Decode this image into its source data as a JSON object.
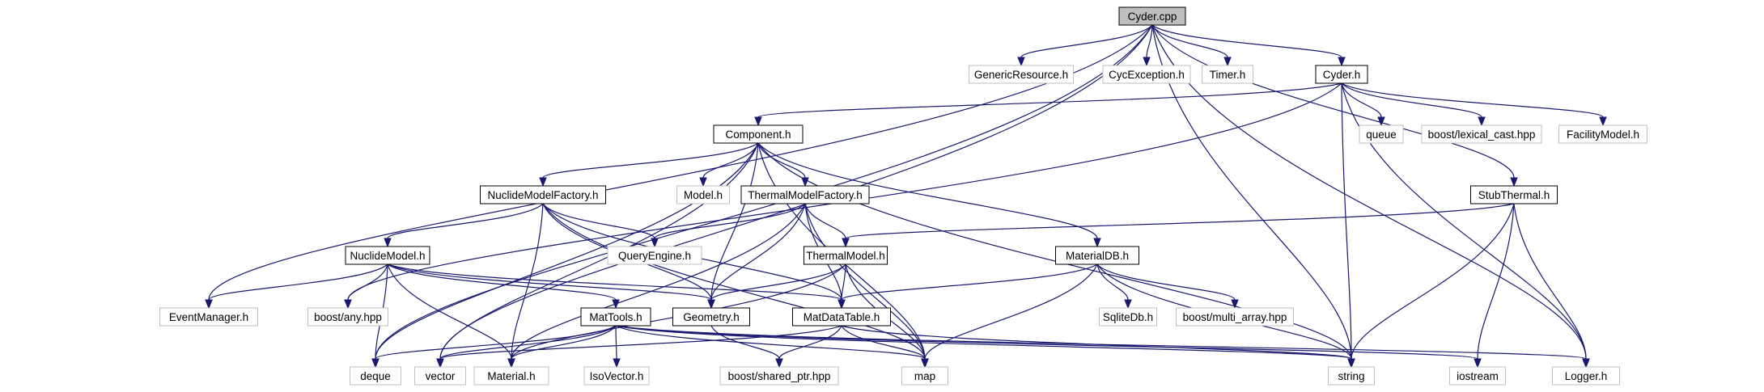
{
  "diagram": {
    "title": "",
    "colors": {
      "edge": "#191970",
      "root_fill": "#bfbfbf",
      "documented_border": "#000000",
      "undocumented_border": "#bfbfbf",
      "node_fill": "#ffffff"
    },
    "nodes": [
      {
        "id": "cyder_cpp",
        "label": "Cyder.cpp",
        "kind": "root"
      },
      {
        "id": "generic_resource",
        "label": "GenericResource.h",
        "kind": "external"
      },
      {
        "id": "cyc_exception",
        "label": "CycException.h",
        "kind": "external"
      },
      {
        "id": "timer",
        "label": "Timer.h",
        "kind": "external"
      },
      {
        "id": "cyder_h",
        "label": "Cyder.h",
        "kind": "documented"
      },
      {
        "id": "queue",
        "label": "queue",
        "kind": "external"
      },
      {
        "id": "boost_lexical_cast",
        "label": "boost/lexical_cast.hpp",
        "kind": "external"
      },
      {
        "id": "facility_model",
        "label": "FacilityModel.h",
        "kind": "external"
      },
      {
        "id": "component",
        "label": "Component.h",
        "kind": "documented"
      },
      {
        "id": "model",
        "label": "Model.h",
        "kind": "external"
      },
      {
        "id": "nuclide_model_factory",
        "label": "NuclideModelFactory.h",
        "kind": "documented"
      },
      {
        "id": "thermal_model_factory",
        "label": "ThermalModelFactory.h",
        "kind": "documented"
      },
      {
        "id": "stub_thermal",
        "label": "StubThermal.h",
        "kind": "documented"
      },
      {
        "id": "query_engine",
        "label": "QueryEngine.h",
        "kind": "external"
      },
      {
        "id": "nuclide_model",
        "label": "NuclideModel.h",
        "kind": "documented"
      },
      {
        "id": "thermal_model",
        "label": "ThermalModel.h",
        "kind": "documented"
      },
      {
        "id": "material_db",
        "label": "MaterialDB.h",
        "kind": "documented"
      },
      {
        "id": "event_manager",
        "label": "EventManager.h",
        "kind": "external"
      },
      {
        "id": "boost_any",
        "label": "boost/any.hpp",
        "kind": "external"
      },
      {
        "id": "geometry",
        "label": "Geometry.h",
        "kind": "documented"
      },
      {
        "id": "mat_data_table",
        "label": "MatDataTable.h",
        "kind": "documented"
      },
      {
        "id": "sqlite_db",
        "label": "SqliteDb.h",
        "kind": "external"
      },
      {
        "id": "boost_multi_array",
        "label": "boost/multi_array.hpp",
        "kind": "external"
      },
      {
        "id": "mat_tools",
        "label": "MatTools.h",
        "kind": "documented"
      },
      {
        "id": "deque",
        "label": "deque",
        "kind": "external"
      },
      {
        "id": "vector",
        "label": "vector",
        "kind": "external"
      },
      {
        "id": "material",
        "label": "Material.h",
        "kind": "external"
      },
      {
        "id": "iso_vector",
        "label": "IsoVector.h",
        "kind": "external"
      },
      {
        "id": "boost_shared_ptr",
        "label": "boost/shared_ptr.hpp",
        "kind": "external"
      },
      {
        "id": "map",
        "label": "map",
        "kind": "external"
      },
      {
        "id": "string",
        "label": "string",
        "kind": "external"
      },
      {
        "id": "iostream",
        "label": "iostream",
        "kind": "external"
      },
      {
        "id": "logger",
        "label": "Logger.h",
        "kind": "external"
      }
    ],
    "edges": [
      [
        "cyder_cpp",
        "generic_resource"
      ],
      [
        "cyder_cpp",
        "cyc_exception"
      ],
      [
        "cyder_cpp",
        "timer"
      ],
      [
        "cyder_cpp",
        "cyder_h"
      ],
      [
        "cyder_cpp",
        "stub_thermal"
      ],
      [
        "cyder_cpp",
        "logger"
      ],
      [
        "cyder_cpp",
        "string"
      ],
      [
        "cyder_cpp",
        "event_manager"
      ],
      [
        "cyder_cpp",
        "vector"
      ],
      [
        "cyder_cpp",
        "deque"
      ],
      [
        "cyder_h",
        "queue"
      ],
      [
        "cyder_h",
        "boost_lexical_cast"
      ],
      [
        "cyder_h",
        "facility_model"
      ],
      [
        "cyder_h",
        "component"
      ],
      [
        "cyder_h",
        "string"
      ],
      [
        "cyder_h",
        "logger"
      ],
      [
        "cyder_h",
        "boost_any"
      ],
      [
        "component",
        "model"
      ],
      [
        "component",
        "nuclide_model_factory"
      ],
      [
        "component",
        "thermal_model_factory"
      ],
      [
        "component",
        "material_db"
      ],
      [
        "component",
        "map"
      ],
      [
        "component",
        "string"
      ],
      [
        "component",
        "geometry"
      ],
      [
        "component",
        "vector"
      ],
      [
        "component",
        "deque"
      ],
      [
        "nuclide_model_factory",
        "nuclide_model"
      ],
      [
        "nuclide_model_factory",
        "query_engine"
      ],
      [
        "nuclide_model_factory",
        "geometry"
      ],
      [
        "nuclide_model_factory",
        "mat_data_table"
      ],
      [
        "nuclide_model_factory",
        "map"
      ],
      [
        "nuclide_model_factory",
        "material"
      ],
      [
        "thermal_model_factory",
        "thermal_model"
      ],
      [
        "thermal_model_factory",
        "query_engine"
      ],
      [
        "thermal_model_factory",
        "geometry"
      ],
      [
        "thermal_model_factory",
        "mat_data_table"
      ],
      [
        "thermal_model_factory",
        "map"
      ],
      [
        "thermal_model_factory",
        "material"
      ],
      [
        "stub_thermal",
        "thermal_model"
      ],
      [
        "stub_thermal",
        "string"
      ],
      [
        "stub_thermal",
        "iostream"
      ],
      [
        "stub_thermal",
        "logger"
      ],
      [
        "nuclide_model",
        "event_manager"
      ],
      [
        "nuclide_model",
        "boost_any"
      ],
      [
        "nuclide_model",
        "mat_tools"
      ],
      [
        "nuclide_model",
        "geometry"
      ],
      [
        "nuclide_model",
        "mat_data_table"
      ],
      [
        "nuclide_model",
        "deque"
      ],
      [
        "nuclide_model",
        "material"
      ],
      [
        "thermal_model",
        "geometry"
      ],
      [
        "thermal_model",
        "mat_data_table"
      ],
      [
        "thermal_model",
        "map"
      ],
      [
        "thermal_model",
        "material"
      ],
      [
        "material_db",
        "mat_data_table"
      ],
      [
        "material_db",
        "sqlite_db"
      ],
      [
        "material_db",
        "boost_multi_array"
      ],
      [
        "material_db",
        "map"
      ],
      [
        "material_db",
        "string"
      ],
      [
        "mat_tools",
        "deque"
      ],
      [
        "mat_tools",
        "vector"
      ],
      [
        "mat_tools",
        "material"
      ],
      [
        "mat_tools",
        "iso_vector"
      ],
      [
        "mat_tools",
        "map"
      ],
      [
        "mat_tools",
        "string"
      ],
      [
        "mat_tools",
        "iostream"
      ],
      [
        "mat_tools",
        "logger"
      ],
      [
        "geometry",
        "boost_shared_ptr"
      ],
      [
        "mat_data_table",
        "vector"
      ],
      [
        "mat_data_table",
        "boost_shared_ptr"
      ],
      [
        "mat_data_table",
        "map"
      ],
      [
        "mat_data_table",
        "string"
      ]
    ]
  }
}
